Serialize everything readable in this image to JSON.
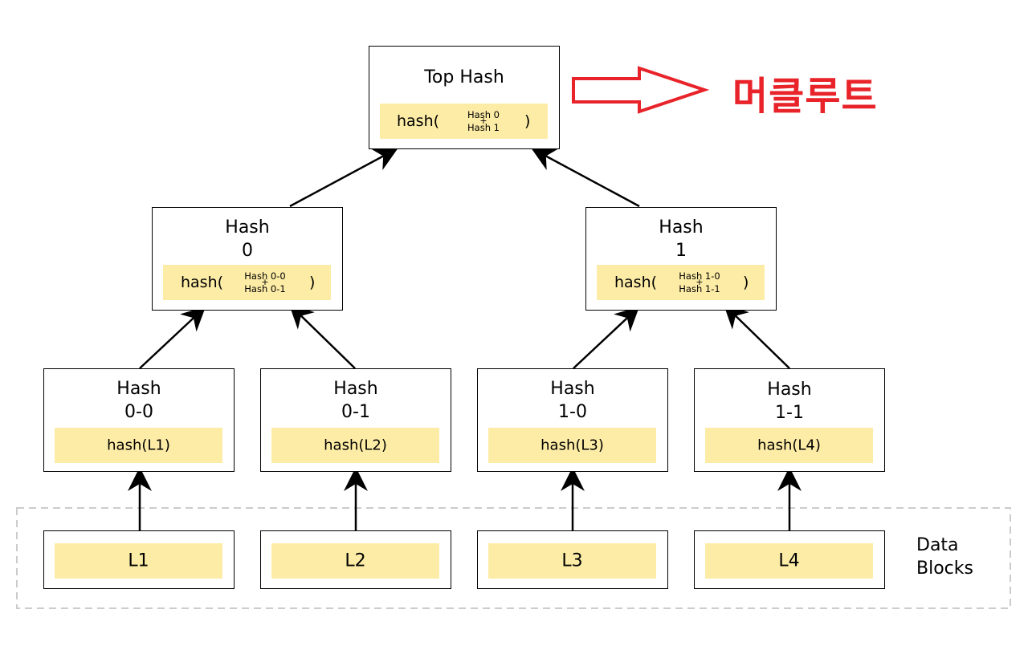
{
  "top": {
    "title": "Top Hash",
    "fn": "hash(",
    "op_a": "Hash 0",
    "plus": "+",
    "op_b": "Hash 1",
    "close": ")"
  },
  "mid": [
    {
      "title_1": "Hash",
      "title_2": "0",
      "fn": "hash(",
      "op_a": "Hash 0-0",
      "plus": "+",
      "op_b": "Hash 0-1",
      "close": ")"
    },
    {
      "title_1": "Hash",
      "title_2": "1",
      "fn": "hash(",
      "op_a": "Hash 1-0",
      "plus": "+",
      "op_b": "Hash 1-1",
      "close": ")"
    }
  ],
  "leaf_hashes": [
    {
      "title_1": "Hash",
      "title_2": "0-0",
      "call": "hash(L1)"
    },
    {
      "title_1": "Hash",
      "title_2": "0-1",
      "call": "hash(L2)"
    },
    {
      "title_1": "Hash",
      "title_2": "1-0",
      "call": "hash(L3)"
    },
    {
      "title_1": "Hash",
      "title_2": "1-1",
      "call": "hash(L4)"
    }
  ],
  "data_blocks": {
    "label_1": "Data",
    "label_2": "Blocks",
    "items": [
      "L1",
      "L2",
      "L3",
      "L4"
    ]
  },
  "annotation": {
    "text": "머클루트",
    "color": "#e8232a"
  },
  "colors": {
    "formula_fill": "#fdeca6",
    "border": "#000000",
    "dashed_border": "#cccccc"
  }
}
